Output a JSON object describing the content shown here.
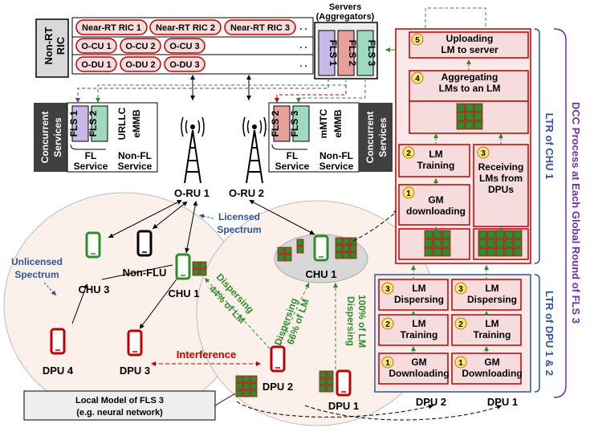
{
  "ric": {
    "label_line1": "Non-RT",
    "label_line2": "RIC",
    "near_rt": [
      "Near-RT RIC 1",
      "Near-RT RIC 2",
      "Near-RT RIC 3"
    ],
    "ocu": [
      "O-CU 1",
      "O-CU 2",
      "O-CU 3"
    ],
    "odu": [
      "O-DU 1",
      "O-DU 2",
      "O-DU 3"
    ],
    "dots": ". ."
  },
  "servers": {
    "title_line1": "Servers",
    "title_line2": "(Aggregators)",
    "fls": [
      "FLS 1",
      "FLS 2",
      "FLS 3"
    ]
  },
  "concurrent_services_line1": "Concurrent",
  "concurrent_services_line2": "Services",
  "left_services": {
    "fl_boxes": [
      "FLS 1",
      "FLS 2"
    ],
    "nonfl": [
      "URLLC",
      "eMMB"
    ],
    "fl_label": [
      "FL",
      "Service"
    ],
    "nonfl_label": [
      "Non-FL",
      "Service"
    ]
  },
  "right_services": {
    "fl_boxes": [
      "FLS 2",
      "FLS 3"
    ],
    "nonfl": [
      "mMTC",
      "eMMB"
    ],
    "fl_label": [
      "FL",
      "Service"
    ],
    "nonfl_label": [
      "Non-FL",
      "Service"
    ]
  },
  "oru": [
    "O-RU 1",
    "O-RU 2"
  ],
  "spectrum": {
    "licensed": [
      "Licensed",
      "Spectrum"
    ],
    "unlicensed": [
      "Unlicensed",
      "Spectrum"
    ]
  },
  "devices": {
    "chu3": "CHU 3",
    "nonflu": "Non-FLU",
    "chu1_left": "CHU 1",
    "chu1_main": "CHU 1",
    "dpu4": "DPU 4",
    "dpu3": "DPU 3",
    "dpu2": "DPU 2",
    "dpu1": "DPU 1"
  },
  "interference": "Interference",
  "dispersing": {
    "p44": [
      "Dispersing",
      "44% of LM"
    ],
    "p66": [
      "Dispersing",
      "66% of LM"
    ],
    "p100": [
      "Dispersing",
      "100% of LM"
    ]
  },
  "local_model_note": [
    "Local Model of FLS 3",
    "(e.g. neural network)"
  ],
  "chu_process": {
    "step5": [
      "Uploading",
      "LM to server"
    ],
    "step4": [
      "Aggregating",
      "LMs to an LM"
    ],
    "step2": [
      "LM",
      "Training"
    ],
    "step3": [
      "Receiving",
      "LMs from",
      "DPUs"
    ],
    "step1": [
      "GM",
      "downloading"
    ],
    "nums": [
      "5",
      "4",
      "2",
      "3",
      "1"
    ],
    "ltr_label": "LTR of CHU 1"
  },
  "dpu_process": {
    "col_labels": [
      "DPU 2",
      "DPU 1"
    ],
    "step3": [
      "LM",
      "Dispersing"
    ],
    "step2": [
      "LM",
      "Training"
    ],
    "step1": [
      "GM",
      "Downloading"
    ],
    "nums": [
      "3",
      "2",
      "1"
    ],
    "ltr_label": "LTR of DPU 1 & 2"
  },
  "dcc_label": "DCC Process at Each Global Round of FLS 3",
  "colors": {
    "red_border": "#c00000",
    "pink_fill": "#f6dcdc",
    "green": "#2e8b2e",
    "light_green": "#58c06a",
    "blue_text": "#2f5597",
    "purple": "#7030a0",
    "fls1": "#c7b8e6",
    "fls2": "#e8a09a",
    "fls3": "#9fd9bf",
    "dark_box": "#404040",
    "step_circle": "#ffe27a"
  }
}
